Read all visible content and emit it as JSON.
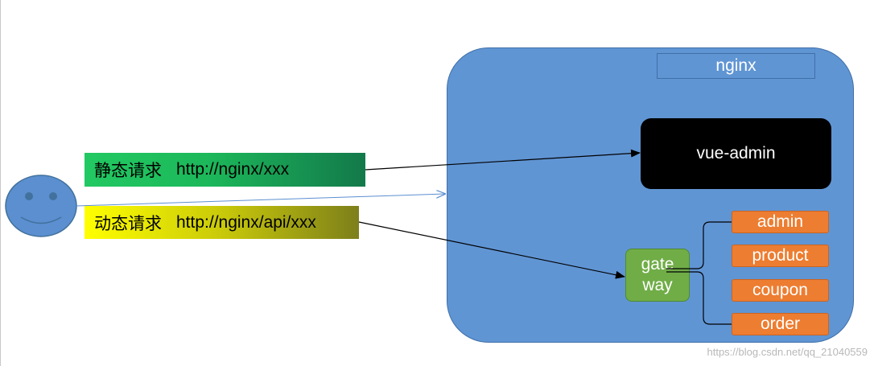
{
  "nginx": {
    "title": "nginx"
  },
  "vue_admin": {
    "label": "vue-admin"
  },
  "gateway": {
    "line1": "gate",
    "line2": "way"
  },
  "services": [
    {
      "label": "admin"
    },
    {
      "label": "product"
    },
    {
      "label": "coupon"
    },
    {
      "label": "order"
    }
  ],
  "requests": {
    "static": {
      "kind": "静态请求",
      "url": "http://nginx/xxx"
    },
    "dynamic": {
      "kind": "动态请求",
      "url": "http://nginx/api/xxx"
    }
  },
  "watermark": "https://blog.csdn.net/qq_21040559",
  "colors": {
    "nginx_fill": "#6095d4",
    "gateway_fill": "#70ad47",
    "service_fill": "#ed7d31",
    "vue_admin_fill": "#000000",
    "user_face": "#5b8fd0"
  },
  "icons": {
    "user": "smiley-face-icon"
  }
}
